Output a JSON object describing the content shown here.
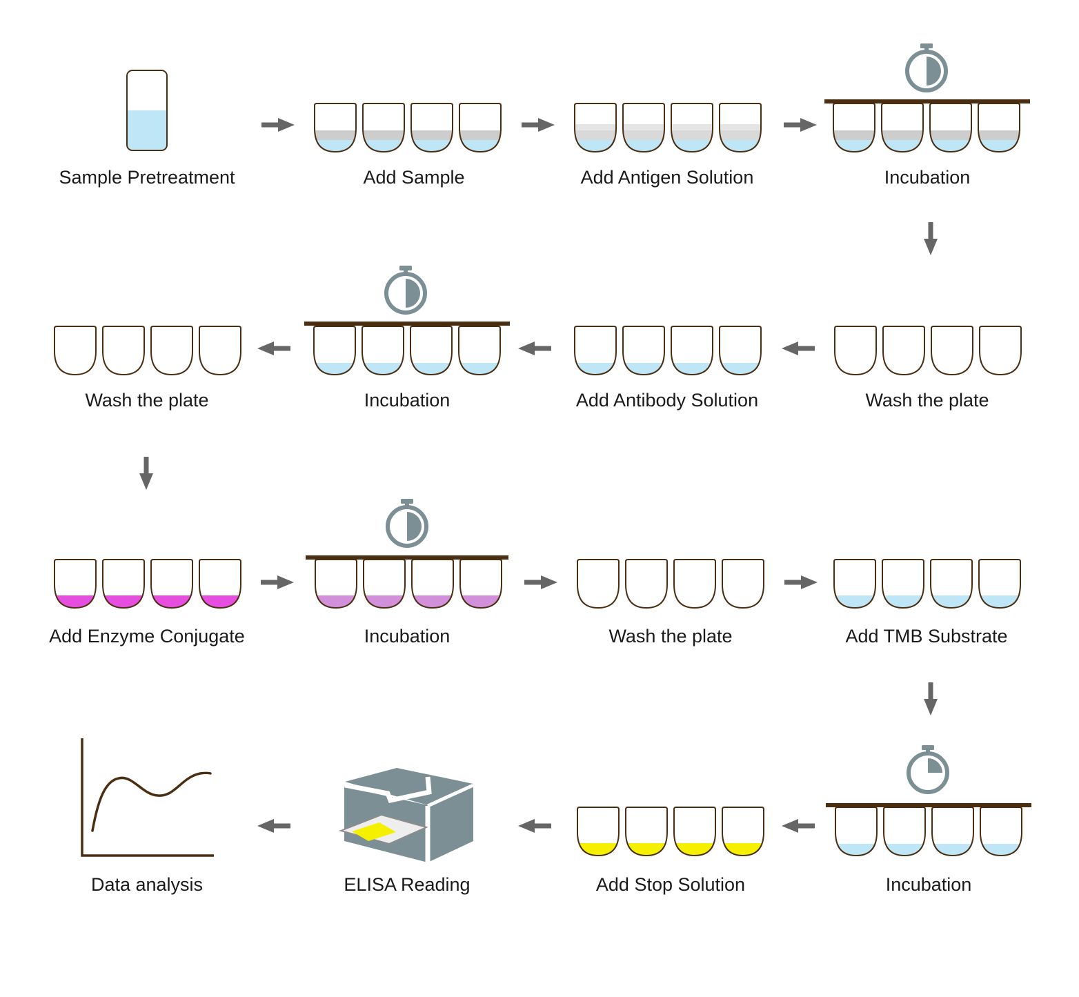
{
  "colors": {
    "outline": "#4a2e12",
    "arrow": "#666666",
    "timer": "#7b8f95",
    "water": "#bfe6f7",
    "sample_band": "#cdcdcd",
    "antigen_band": "#d9d9d9",
    "enzyme": "#e64ee0",
    "enzyme_incubation": "#d28fda",
    "stop": "#f4f000",
    "reader": "#7b8f95"
  },
  "steps": [
    {
      "label": "Sample Pretreatment",
      "icon": "tube-icon"
    },
    {
      "label": "Add Sample",
      "icon": "wells-icon"
    },
    {
      "label": "Add Antigen Solution",
      "icon": "wells-icon"
    },
    {
      "label": "Incubation",
      "icon": "timer-wells-icon"
    },
    {
      "label": "Wash the plate",
      "icon": "wells-icon"
    },
    {
      "label": "Add Antibody Solution",
      "icon": "wells-icon"
    },
    {
      "label": "Incubation",
      "icon": "timer-wells-icon"
    },
    {
      "label": "Wash the plate",
      "icon": "wells-icon"
    },
    {
      "label": "Add Enzyme Conjugate",
      "icon": "wells-icon"
    },
    {
      "label": "Incubation",
      "icon": "timer-wells-icon"
    },
    {
      "label": "Wash the plate",
      "icon": "wells-icon"
    },
    {
      "label": "Add TMB Substrate",
      "icon": "wells-icon"
    },
    {
      "label": "Incubation",
      "icon": "timer-wells-icon"
    },
    {
      "label": "Add Stop Solution",
      "icon": "wells-icon"
    },
    {
      "label": "ELISA Reading",
      "icon": "plate-reader-icon"
    },
    {
      "label": "Data analysis",
      "icon": "graph-icon"
    }
  ]
}
